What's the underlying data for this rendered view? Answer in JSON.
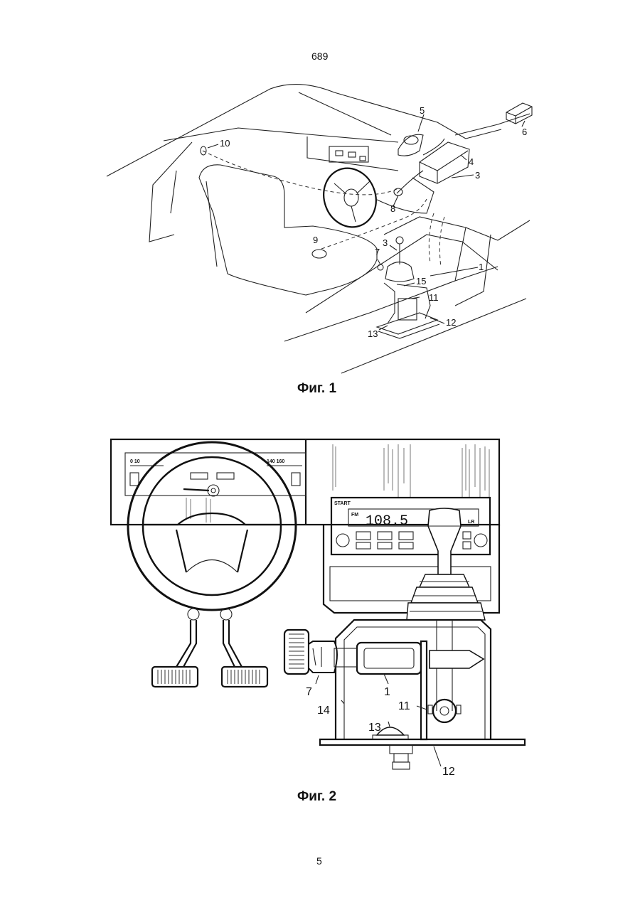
{
  "page": {
    "top_number": "689",
    "bottom_number": "5"
  },
  "figure1": {
    "caption": "Фиг. 1",
    "labels": {
      "l1": "1",
      "l3a": "3",
      "l3b": "3",
      "l4": "4",
      "l5": "5",
      "l6": "6",
      "l7": "7",
      "l8": "8",
      "l9": "9",
      "l10": "10",
      "l11": "11",
      "l12": "12",
      "l13": "13",
      "l15": "15"
    }
  },
  "figure2": {
    "caption": "Фиг. 2",
    "speedo_left": "0  10",
    "speedo_right": "140 160",
    "radio_brand": "START",
    "radio_band": "FM",
    "radio_freq": "108.5",
    "radio_small": "LR",
    "labels": {
      "l1": "1",
      "l7": "7",
      "l11": "11",
      "l12": "12",
      "l13": "13",
      "l14": "14"
    }
  }
}
